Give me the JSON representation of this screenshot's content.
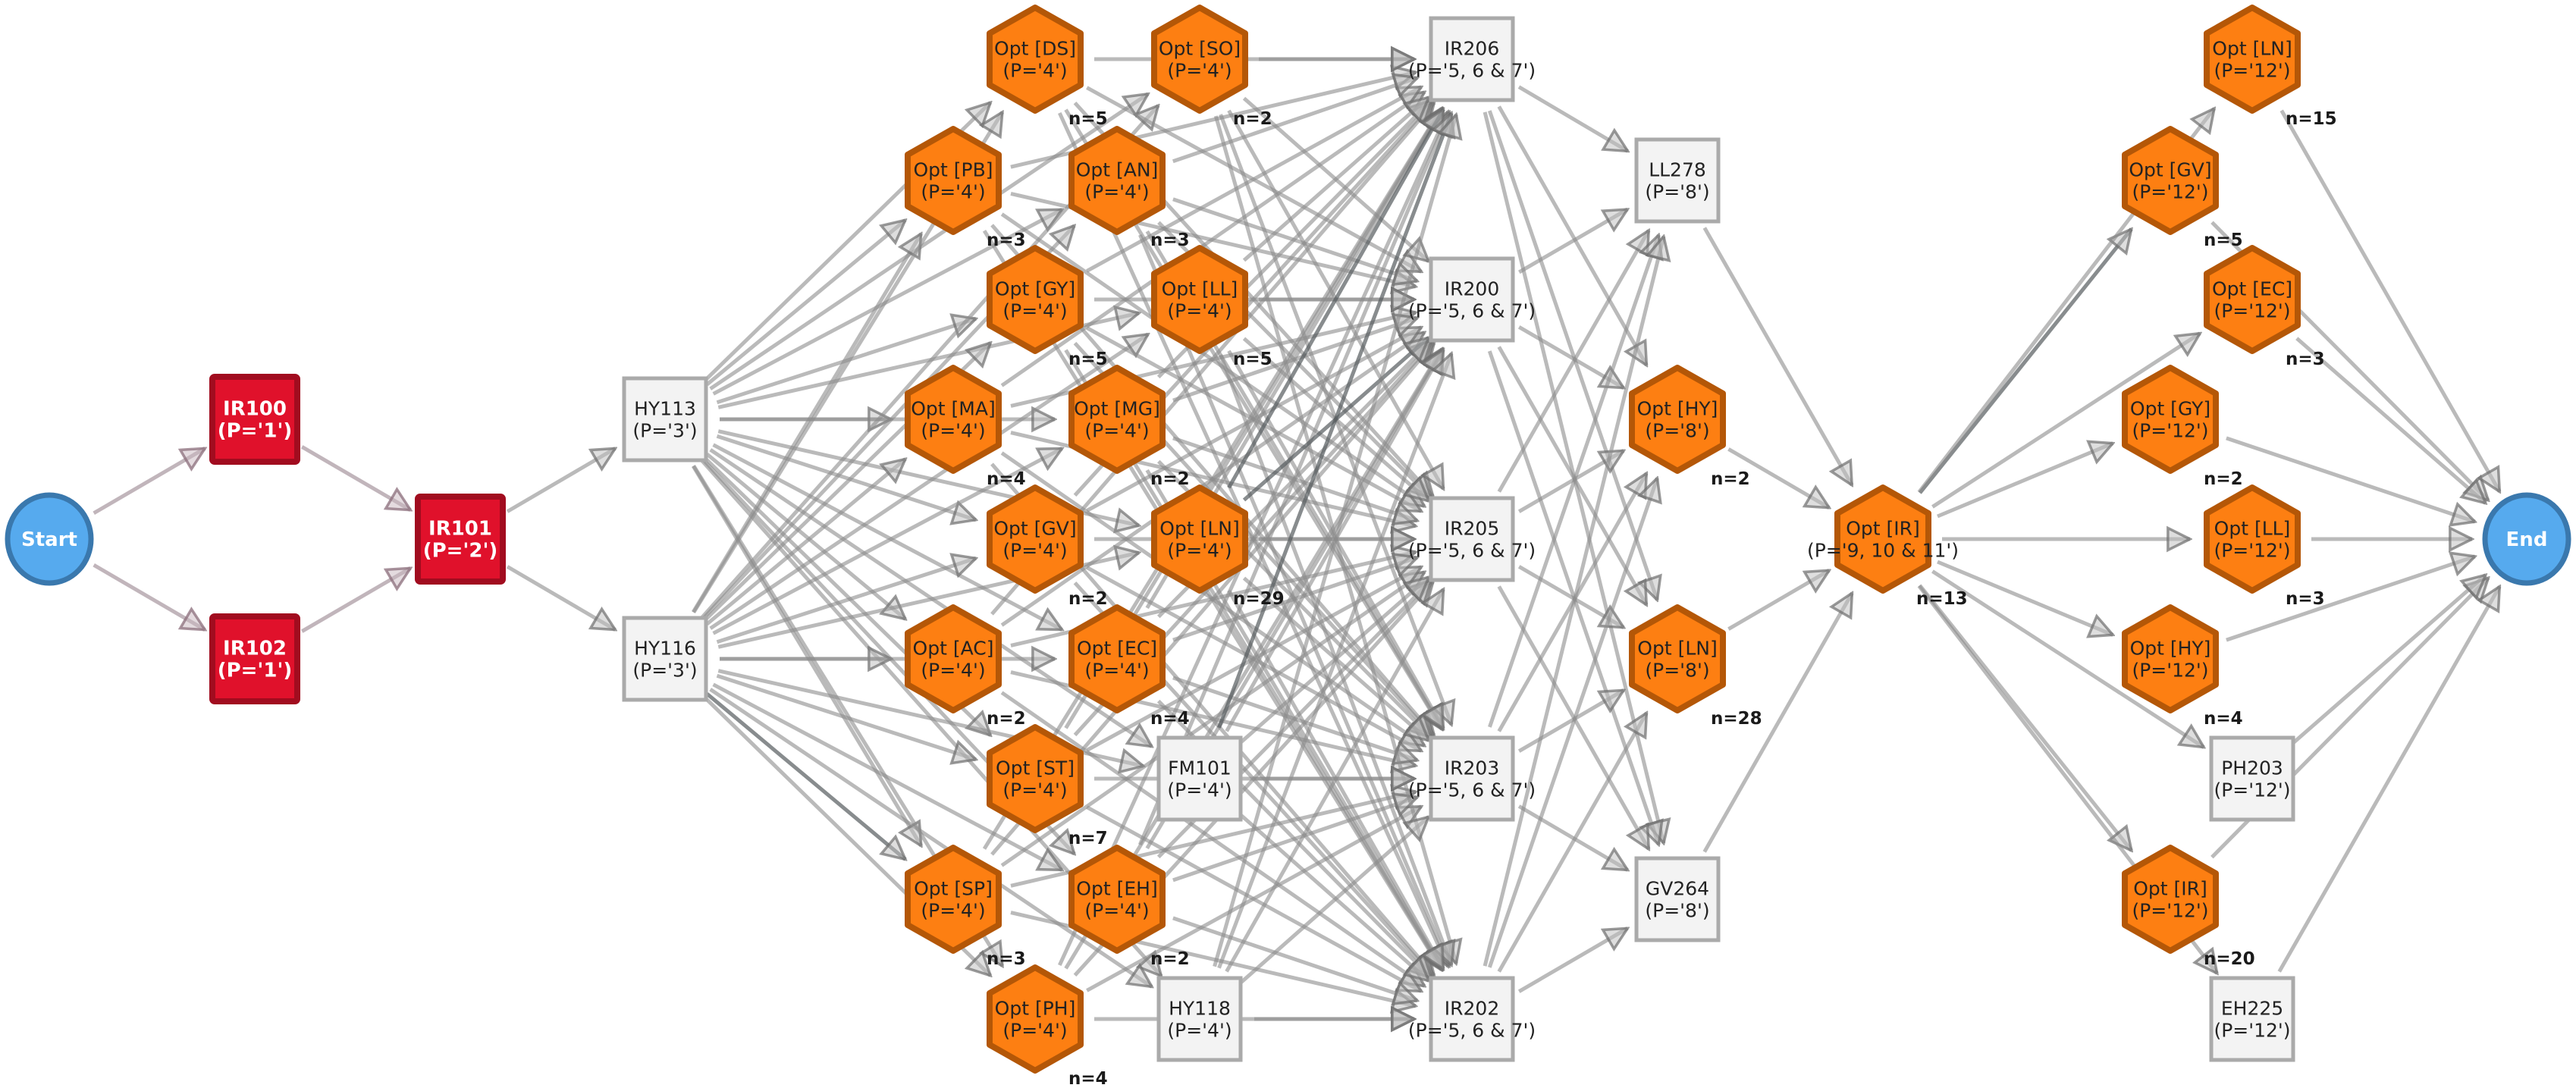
{
  "colors": {
    "terminal_fill": "#56aaee",
    "terminal_stroke": "#3a78ad",
    "core_fill": "#e0112b",
    "core_stroke": "#a10c1f",
    "course_fill": "#f3f3f3",
    "course_stroke": "#aaaaaa",
    "option_fill": "#fd7f12",
    "option_stroke": "#b45707",
    "edge": "#8c8c8c"
  },
  "nodes": [
    {
      "id": "start",
      "type": "terminal",
      "lines": [
        "Start"
      ]
    },
    {
      "id": "end",
      "type": "terminal",
      "lines": [
        "End"
      ]
    },
    {
      "id": "IR100",
      "type": "core",
      "lines": [
        "IR100",
        "(P='1')"
      ]
    },
    {
      "id": "IR102",
      "type": "core",
      "lines": [
        "IR102",
        "(P='1')"
      ]
    },
    {
      "id": "IR101",
      "type": "core",
      "lines": [
        "IR101",
        "(P='2')"
      ]
    },
    {
      "id": "HY113",
      "type": "course",
      "lines": [
        "HY113",
        "(P='3')"
      ]
    },
    {
      "id": "HY116",
      "type": "course",
      "lines": [
        "HY116",
        "(P='3')"
      ]
    },
    {
      "id": "opt4_PB",
      "type": "option",
      "lines": [
        "Opt [PB]",
        "(P='4')"
      ],
      "count": "n=3"
    },
    {
      "id": "opt4_MA",
      "type": "option",
      "lines": [
        "Opt [MA]",
        "(P='4')"
      ],
      "count": "n=4"
    },
    {
      "id": "opt4_AC",
      "type": "option",
      "lines": [
        "Opt [AC]",
        "(P='4')"
      ],
      "count": "n=2"
    },
    {
      "id": "opt4_SP",
      "type": "option",
      "lines": [
        "Opt [SP]",
        "(P='4')"
      ],
      "count": "n=3"
    },
    {
      "id": "opt4_DS",
      "type": "option",
      "lines": [
        "Opt [DS]",
        "(P='4')"
      ],
      "count": "n=5"
    },
    {
      "id": "opt4_GY",
      "type": "option",
      "lines": [
        "Opt [GY]",
        "(P='4')"
      ],
      "count": "n=5"
    },
    {
      "id": "opt4_GV",
      "type": "option",
      "lines": [
        "Opt [GV]",
        "(P='4')"
      ],
      "count": "n=2"
    },
    {
      "id": "opt4_ST",
      "type": "option",
      "lines": [
        "Opt [ST]",
        "(P='4')"
      ],
      "count": "n=7"
    },
    {
      "id": "opt4_PH",
      "type": "option",
      "lines": [
        "Opt [PH]",
        "(P='4')"
      ],
      "count": "n=4"
    },
    {
      "id": "opt4_AN",
      "type": "option",
      "lines": [
        "Opt [AN]",
        "(P='4')"
      ],
      "count": "n=3"
    },
    {
      "id": "opt4_MG",
      "type": "option",
      "lines": [
        "Opt [MG]",
        "(P='4')"
      ],
      "count": "n=2"
    },
    {
      "id": "opt4_EC",
      "type": "option",
      "lines": [
        "Opt [EC]",
        "(P='4')"
      ],
      "count": "n=4"
    },
    {
      "id": "opt4_EH",
      "type": "option",
      "lines": [
        "Opt [EH]",
        "(P='4')"
      ],
      "count": "n=2"
    },
    {
      "id": "opt4_SO",
      "type": "option",
      "lines": [
        "Opt [SO]",
        "(P='4')"
      ],
      "count": "n=2"
    },
    {
      "id": "opt4_LL",
      "type": "option",
      "lines": [
        "Opt [LL]",
        "(P='4')"
      ],
      "count": "n=5"
    },
    {
      "id": "opt4_LN",
      "type": "option",
      "lines": [
        "Opt [LN]",
        "(P='4')"
      ],
      "count": "n=29"
    },
    {
      "id": "FM101",
      "type": "course",
      "lines": [
        "FM101",
        "(P='4')"
      ]
    },
    {
      "id": "HY118",
      "type": "course",
      "lines": [
        "HY118",
        "(P='4')"
      ]
    },
    {
      "id": "IR206",
      "type": "course",
      "lines": [
        "IR206",
        "(P='5, 6 & 7')"
      ]
    },
    {
      "id": "IR200",
      "type": "course",
      "lines": [
        "IR200",
        "(P='5, 6 & 7')"
      ]
    },
    {
      "id": "IR205",
      "type": "course",
      "lines": [
        "IR205",
        "(P='5, 6 & 7')"
      ]
    },
    {
      "id": "IR203",
      "type": "course",
      "lines": [
        "IR203",
        "(P='5, 6 & 7')"
      ]
    },
    {
      "id": "IR202",
      "type": "course",
      "lines": [
        "IR202",
        "(P='5, 6 & 7')"
      ]
    },
    {
      "id": "LL278",
      "type": "course",
      "lines": [
        "LL278",
        "(P='8')"
      ]
    },
    {
      "id": "opt8_HY",
      "type": "option",
      "lines": [
        "Opt [HY]",
        "(P='8')"
      ],
      "count": "n=2"
    },
    {
      "id": "opt8_LN",
      "type": "option",
      "lines": [
        "Opt [LN]",
        "(P='8')"
      ],
      "count": "n=28"
    },
    {
      "id": "GV264",
      "type": "course",
      "lines": [
        "GV264",
        "(P='8')"
      ]
    },
    {
      "id": "opt9_IR",
      "type": "option",
      "lines": [
        "Opt [IR]",
        "(P='9, 10 & 11')"
      ],
      "count": "n=13"
    },
    {
      "id": "opt12_GV",
      "type": "option",
      "lines": [
        "Opt [GV]",
        "(P='12')"
      ],
      "count": "n=5"
    },
    {
      "id": "opt12_GY",
      "type": "option",
      "lines": [
        "Opt [GY]",
        "(P='12')"
      ],
      "count": "n=2"
    },
    {
      "id": "opt12_HY",
      "type": "option",
      "lines": [
        "Opt [HY]",
        "(P='12')"
      ],
      "count": "n=4"
    },
    {
      "id": "opt12_IR",
      "type": "option",
      "lines": [
        "Opt [IR]",
        "(P='12')"
      ],
      "count": "n=20"
    },
    {
      "id": "opt12_LN",
      "type": "option",
      "lines": [
        "Opt [LN]",
        "(P='12')"
      ],
      "count": "n=15"
    },
    {
      "id": "opt12_EC",
      "type": "option",
      "lines": [
        "Opt [EC]",
        "(P='12')"
      ],
      "count": "n=3"
    },
    {
      "id": "opt12_LL",
      "type": "option",
      "lines": [
        "Opt [LL]",
        "(P='12')"
      ],
      "count": "n=3"
    },
    {
      "id": "PH203",
      "type": "course",
      "lines": [
        "PH203",
        "(P='12')"
      ]
    },
    {
      "id": "EH225",
      "type": "course",
      "lines": [
        "EH225",
        "(P='12')"
      ]
    }
  ],
  "edge_groups": [
    {
      "from": [
        "start"
      ],
      "to": [
        "IR100",
        "IR102"
      ],
      "style": "core"
    },
    {
      "from": [
        "IR100",
        "IR102"
      ],
      "to": [
        "IR101"
      ],
      "style": "core"
    },
    {
      "from": [
        "IR101"
      ],
      "to": [
        "HY113",
        "HY116"
      ],
      "style": "normal"
    },
    {
      "from": [
        "HY113",
        "HY116"
      ],
      "to": [
        "opt4_PB",
        "opt4_MA",
        "opt4_AC",
        "opt4_SP",
        "opt4_DS",
        "opt4_GY",
        "opt4_GV",
        "opt4_ST",
        "opt4_PH",
        "opt4_AN",
        "opt4_MG",
        "opt4_EC",
        "opt4_EH",
        "opt4_SO",
        "opt4_LL",
        "opt4_LN",
        "FM101",
        "HY118"
      ],
      "style": "normal"
    },
    {
      "from": [
        "opt4_PB",
        "opt4_MA",
        "opt4_AC",
        "opt4_SP",
        "opt4_DS",
        "opt4_GY",
        "opt4_GV",
        "opt4_ST",
        "opt4_PH",
        "opt4_AN",
        "opt4_MG",
        "opt4_EC",
        "opt4_EH",
        "opt4_SO",
        "opt4_LL",
        "opt4_LN",
        "FM101",
        "HY118"
      ],
      "to": [
        "IR206",
        "IR200",
        "IR205",
        "IR203",
        "IR202"
      ],
      "style": "normal"
    },
    {
      "from": [
        "IR206",
        "IR200",
        "IR205",
        "IR203",
        "IR202"
      ],
      "to": [
        "LL278",
        "opt8_HY",
        "opt8_LN",
        "GV264"
      ],
      "style": "normal"
    },
    {
      "from": [
        "LL278",
        "opt8_HY",
        "opt8_LN",
        "GV264"
      ],
      "to": [
        "opt9_IR"
      ],
      "style": "normal"
    },
    {
      "from": [
        "opt9_IR"
      ],
      "to": [
        "opt12_GV",
        "opt12_GY",
        "opt12_HY",
        "opt12_IR",
        "opt12_LN",
        "opt12_EC",
        "opt12_LL",
        "PH203",
        "EH225"
      ],
      "style": "normal"
    },
    {
      "from": [
        "opt12_GV",
        "opt12_GY",
        "opt12_HY",
        "opt12_IR",
        "opt12_LN",
        "opt12_EC",
        "opt12_LL",
        "PH203",
        "EH225"
      ],
      "to": [
        "end"
      ],
      "style": "normal"
    }
  ],
  "highlight_edges": [
    [
      "HY116",
      "opt4_SP"
    ],
    [
      "opt4_LN",
      "IR206"
    ],
    [
      "opt4_LN",
      "IR200"
    ],
    [
      "FM101",
      "IR206"
    ],
    [
      "opt9_IR",
      "opt12_GV"
    ]
  ]
}
